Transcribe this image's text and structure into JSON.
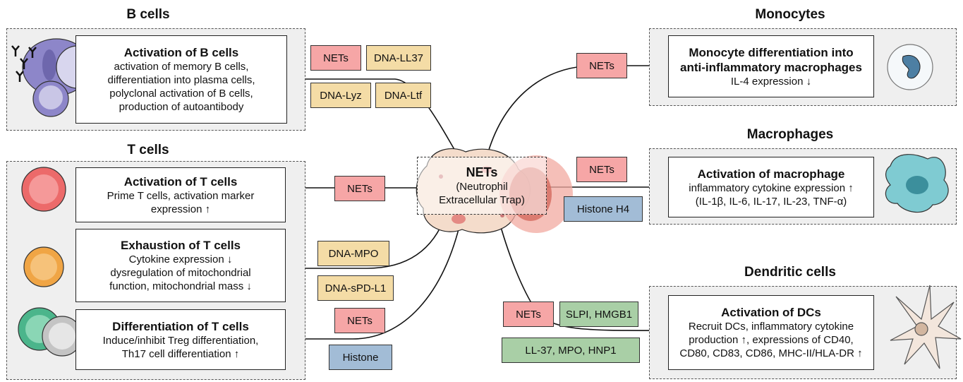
{
  "sections": {
    "b_cells": "B cells",
    "t_cells": "T cells",
    "monocytes": "Monocytes",
    "macrophages": "Macrophages",
    "dendritic_cells": "Dendritic cells"
  },
  "center": {
    "title": "NETs",
    "sub1": "(Neutrophil",
    "sub2": "Extracellular Trap)"
  },
  "boxes": {
    "b_activation": {
      "title": "Activation of B cells",
      "lines": [
        "activation of memory B cells,",
        "differentiation into plasma cells,",
        "polyclonal activation of B cells,",
        "production of autoantibody"
      ]
    },
    "t_activation": {
      "title": "Activation of T cells",
      "lines": [
        "Prime T cells, activation marker",
        "expression ↑"
      ]
    },
    "t_exhaustion": {
      "title": "Exhaustion of T cells",
      "lines": [
        "Cytokine expression ↓",
        "dysregulation of mitochondrial",
        "function, mitochondrial mass ↓"
      ]
    },
    "t_differentiation": {
      "title": "Differentiation of T cells",
      "lines": [
        "Induce/inhibit Treg differentiation,",
        "Th17 cell differentiation ↑"
      ]
    },
    "monocyte": {
      "title1": "Monocyte differentiation into",
      "title2": "anti-inflammatory macrophages",
      "lines": [
        "IL-4 expression ↓"
      ]
    },
    "macrophage": {
      "title": "Activation of macrophage",
      "lines": [
        "inflammatory cytokine expression ↑",
        "(IL-1β, IL-6, IL-17, IL-23, TNF-α)"
      ]
    },
    "dc": {
      "title": "Activation of DCs",
      "lines": [
        "Recruit DCs, inflammatory cytokine",
        "production ↑, expressions of CD40,",
        "CD80, CD83, CD86, MHC-II/HLA-DR ↑"
      ]
    }
  },
  "tags": {
    "b_nets": "NETs",
    "b_dna_ll37": "DNA-LL37",
    "b_dna_lyz": "DNA-Lyz",
    "b_dna_ltf": "DNA-Ltf",
    "t_act_nets": "NETs",
    "t_exh_dna_mpo": "DNA-MPO",
    "t_exh_dna_spdl1": "DNA-sPD-L1",
    "t_diff_nets": "NETs",
    "t_diff_histone": "Histone",
    "mono_nets": "NETs",
    "mac_nets": "NETs",
    "mac_histone_h4": "Histone H4",
    "dc_nets": "NETs",
    "dc_slpi_hmgb1": "SLPI, HMGB1",
    "dc_ll37_mpo_hnp1": "LL-37, MPO, HNP1"
  },
  "colors": {
    "nets": "#f6a6a6",
    "dna": "#f4dca6",
    "histone": "#a2bcd6",
    "protein": "#a9cfa6",
    "panel": "#efefef"
  },
  "icons": [
    "b-cell-icon",
    "antibody-icon",
    "t-cell-red-icon",
    "t-cell-orange-icon",
    "t-cell-green-icon",
    "monocyte-icon",
    "macrophage-icon",
    "dendritic-cell-icon",
    "neutrophil-icon"
  ]
}
